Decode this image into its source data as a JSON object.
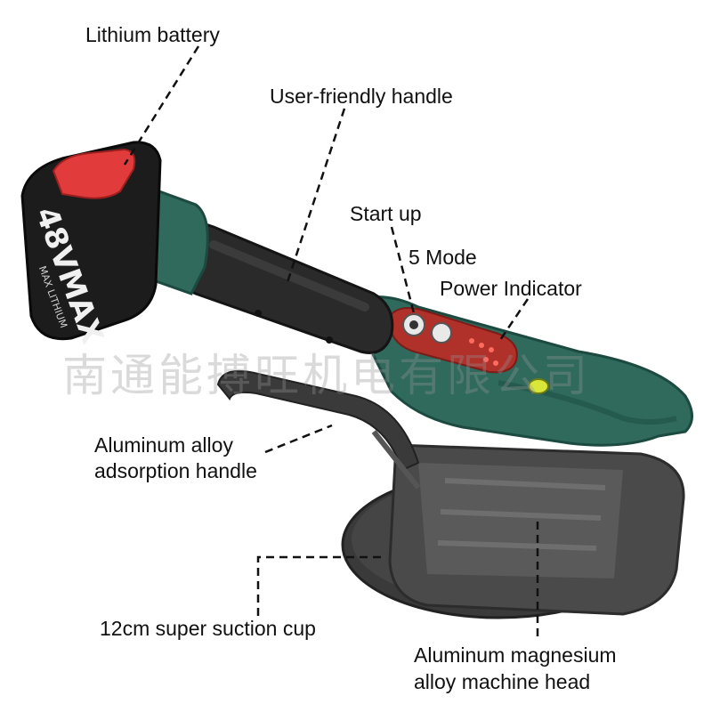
{
  "labels": {
    "lithium_battery": "Lithium battery",
    "handle": "User-friendly handle",
    "start_up": "Start up",
    "five_mode": "5 Mode",
    "power_indicator": "Power Indicator",
    "adsorption_handle_line1": "Aluminum alloy",
    "adsorption_handle_line2": "adsorption handle",
    "suction_cup": "12cm super suction cup",
    "machine_head_line1": "Aluminum magnesium",
    "machine_head_line2": "alloy machine head"
  },
  "battery_marking": "48VMAX",
  "battery_sub_marking": "MAX LITHIUM",
  "watermark": "南通能搏旺机电有限公司",
  "colors": {
    "body_green": "#2f6a5c",
    "handle_black": "#2a2a2a",
    "battery_black": "#1c1c1c",
    "button_red": "#e23b3b",
    "head_metal": "#4a4a4a",
    "panel_red": "#b0302a"
  }
}
